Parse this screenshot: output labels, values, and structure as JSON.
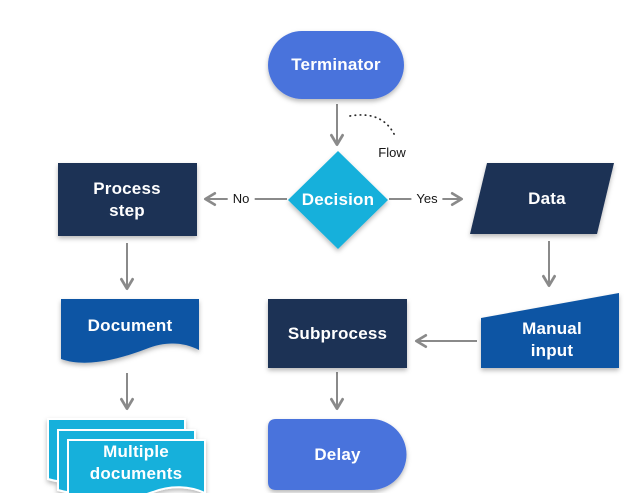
{
  "diagram": {
    "type": "flowchart",
    "background": "#ffffff",
    "connector_color": "#8a8a8a",
    "nodes": {
      "terminator": {
        "label": "Terminator",
        "shape": "terminator-pill",
        "fill": "#4a73dc",
        "text_color": "#ffffff"
      },
      "decision": {
        "label": "Decision",
        "shape": "diamond",
        "fill": "#12b0db",
        "text_color": "#ffffff"
      },
      "process_step": {
        "label": "Process step",
        "shape": "rectangle",
        "fill": "#1b3055",
        "text_color": "#ffffff"
      },
      "data": {
        "label": "Data",
        "shape": "parallelogram",
        "fill": "#1b3055",
        "text_color": "#ffffff"
      },
      "document": {
        "label": "Document",
        "shape": "document",
        "fill": "#0e55a4",
        "text_color": "#ffffff"
      },
      "subprocess": {
        "label": "Subprocess",
        "shape": "rectangle",
        "fill": "#1b3055",
        "text_color": "#ffffff"
      },
      "manual_input": {
        "label": "Manual input",
        "shape": "manual-input",
        "fill": "#0e55a4",
        "text_color": "#ffffff"
      },
      "multiple_documents": {
        "label": "Multiple documents",
        "shape": "multiple-documents",
        "fill": "#12b0db",
        "text_color": "#ffffff"
      },
      "delay": {
        "label": "Delay",
        "shape": "delay",
        "fill": "#4a73dc",
        "text_color": "#ffffff"
      }
    },
    "connector_labels": {
      "no": "No",
      "yes": "Yes",
      "flow": "Flow"
    },
    "connections": [
      "Terminator -> Decision",
      "Decision -> Process step (No)",
      "Decision -> Data (Yes)",
      "Process step -> Document",
      "Document -> Multiple documents",
      "Data -> Manual input",
      "Manual input -> Subprocess",
      "Subprocess -> Delay"
    ]
  }
}
